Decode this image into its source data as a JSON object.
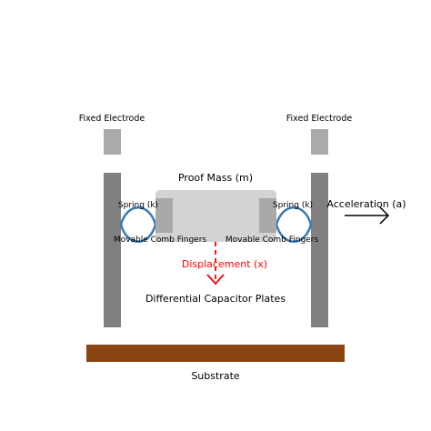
{
  "labels": {
    "fixed_electrode_left": "Fixed Electrode",
    "fixed_electrode_right": "Fixed Electrode",
    "proof_mass": "Proof Mass (m)",
    "spring_left": "Spring (k)",
    "spring_right": "Spring (k)",
    "acceleration": "Acceleration (a)",
    "comb_left": "Movable Comb Fingers",
    "comb_right": "Movable Comb Fingers",
    "displacement": "Displacement (x)",
    "capacitor_plates": "Differential Capacitor Plates",
    "substrate": "Substrate"
  },
  "colors": {
    "electrode_top": "#aaaaaa",
    "electrode_body": "#808080",
    "proof_mass": "#d3d3d3",
    "comb_fingers": "#a9a9a9",
    "spring": "#3a7ab5",
    "displacement": "#ff0000",
    "substrate": "#8b4513",
    "text": "#000000"
  }
}
